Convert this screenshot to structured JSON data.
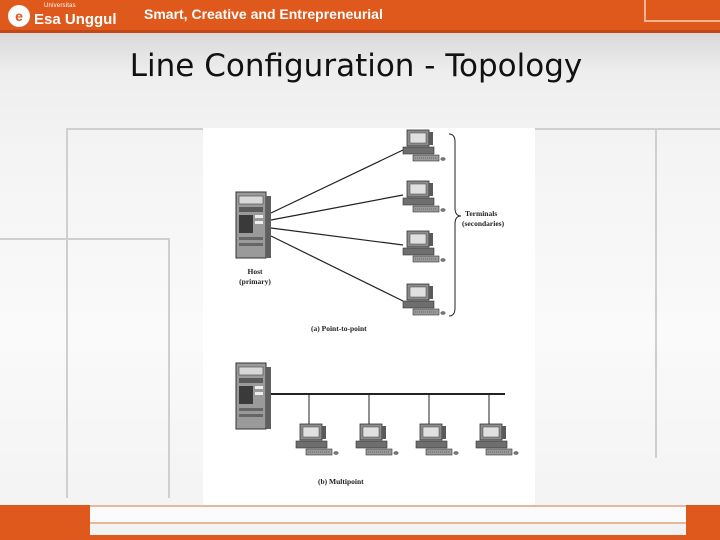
{
  "header": {
    "logo_small": "Universitas",
    "logo_name": "Esa Unggul",
    "tagline": "Smart, Creative and Entrepreneurial",
    "brand_color": "#e0591c"
  },
  "slide": {
    "title": "Line Configuration - Topology"
  },
  "diagram": {
    "host_label_line1": "Host",
    "host_label_line2": "(primary)",
    "terminals_label_line1": "Terminals",
    "terminals_label_line2": "(secondaries)",
    "caption_a": "(a) Point-to-point",
    "caption_b": "(b) Multipoint",
    "icons": {
      "host": "server-tower-icon",
      "terminal": "computer-terminal-icon"
    }
  }
}
